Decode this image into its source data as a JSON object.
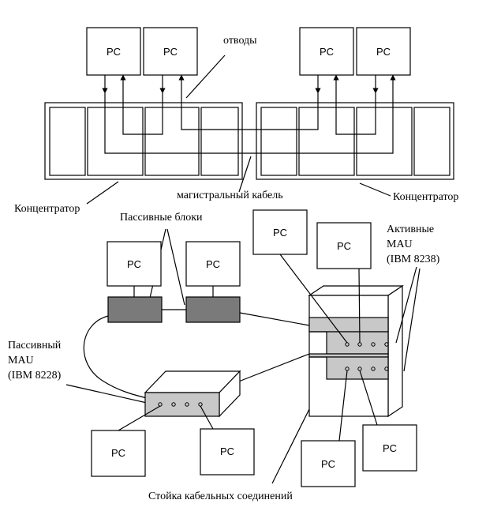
{
  "labels": {
    "taps": "отводы",
    "hub_left": "Концентратор",
    "hub_right": "Концентратор",
    "trunk_cable": "магистральный кабель",
    "passive_blocks": "Пассивные блоки",
    "active_mau_1": "Активные",
    "active_mau_2": "MAU",
    "active_mau_3": "(IBM 8238)",
    "passive_mau_1": "Пассивный",
    "passive_mau_2": "MAU",
    "passive_mau_3": "(IBM 8228)",
    "cable_rack": "Стойка кабельных соединений"
  },
  "pc_label": "PC"
}
